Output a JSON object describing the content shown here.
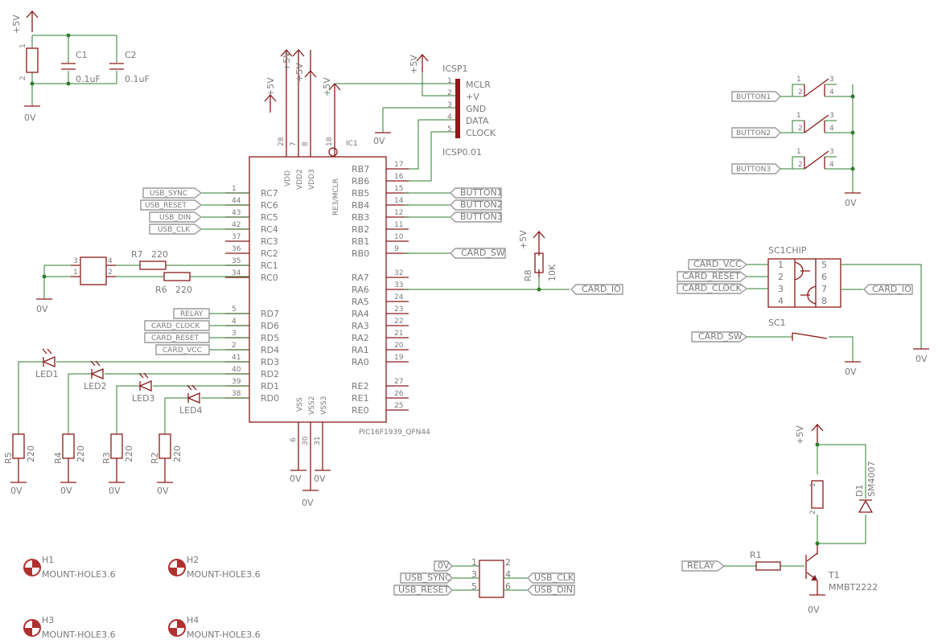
{
  "supply": {
    "vcc": "+5V",
    "gnd": "0V"
  },
  "top_left": {
    "c1": {
      "name": "C1",
      "value": "0.1uF"
    },
    "c2": {
      "name": "C2",
      "value": "0.1uF"
    },
    "pin1": "1",
    "pin2": "2"
  },
  "icsp": {
    "name": "ICSP1",
    "value": "ICSP0.01",
    "pins": [
      "1",
      "2",
      "3",
      "4",
      "5"
    ],
    "signals": [
      "MCLR",
      "+V",
      "GND",
      "DATA",
      "CLOCK"
    ]
  },
  "ic1": {
    "name": "IC1",
    "value": "PIC16F1939_QFN44",
    "top_pins": [
      {
        "n": "28",
        "s": "VDD"
      },
      {
        "n": "7",
        "s": "VDD2"
      },
      {
        "n": "8",
        "s": "VDD3"
      },
      {
        "n": "18",
        "s": "RE3/MCLR"
      }
    ],
    "bottom_pins": [
      {
        "n": "6",
        "s": "VSS"
      },
      {
        "n": "30",
        "s": "VSS2"
      },
      {
        "n": "31",
        "s": "VSS3"
      }
    ],
    "left_pins": [
      {
        "n": "1",
        "s": "RC7"
      },
      {
        "n": "44",
        "s": "RC6"
      },
      {
        "n": "43",
        "s": "RC5"
      },
      {
        "n": "42",
        "s": "RC4"
      },
      {
        "n": "37",
        "s": "RC3"
      },
      {
        "n": "36",
        "s": "RC2"
      },
      {
        "n": "35",
        "s": "RC1"
      },
      {
        "n": "34",
        "s": "RC0"
      },
      {
        "n": "5",
        "s": "RD7"
      },
      {
        "n": "4",
        "s": "RD6"
      },
      {
        "n": "3",
        "s": "RD5"
      },
      {
        "n": "2",
        "s": "RD4"
      },
      {
        "n": "41",
        "s": "RD3"
      },
      {
        "n": "40",
        "s": "RD2"
      },
      {
        "n": "39",
        "s": "RD1"
      },
      {
        "n": "38",
        "s": "RD0"
      }
    ],
    "right_pins": [
      {
        "n": "17",
        "s": "RB7"
      },
      {
        "n": "16",
        "s": "RB6"
      },
      {
        "n": "15",
        "s": "RB5"
      },
      {
        "n": "14",
        "s": "RB4"
      },
      {
        "n": "12",
        "s": "RB3"
      },
      {
        "n": "11",
        "s": "RB2"
      },
      {
        "n": "10",
        "s": "RB1"
      },
      {
        "n": "9",
        "s": "RB0"
      },
      {
        "n": "32",
        "s": "RA7"
      },
      {
        "n": "33",
        "s": "RA6"
      },
      {
        "n": "24",
        "s": "RA5"
      },
      {
        "n": "23",
        "s": "RA4"
      },
      {
        "n": "22",
        "s": "RA3"
      },
      {
        "n": "21",
        "s": "RA2"
      },
      {
        "n": "20",
        "s": "RA1"
      },
      {
        "n": "19",
        "s": "RA0"
      },
      {
        "n": "27",
        "s": "RE2"
      },
      {
        "n": "26",
        "s": "RE1"
      },
      {
        "n": "25",
        "s": "RE0"
      }
    ]
  },
  "nets": {
    "usb_sync": "USB_SYNC",
    "usb_reset": "USB_RESET",
    "usb_din": "USB_DIN",
    "usb_clk": "USB_CLK",
    "relay": "RELAY",
    "card_clock": "CARD_CLOCK",
    "card_reset": "CARD_RESET",
    "card_vcc": "CARD_VCC",
    "button1": "BUTTON1",
    "button2": "BUTTON2",
    "button3": "BUTTON3",
    "card_sw": "CARD_SW",
    "card_io": "CARD_IO",
    "gnd_label": "0V"
  },
  "osc": {
    "r7": {
      "name": "R7",
      "value": "220"
    },
    "r6": {
      "name": "R6",
      "value": "220"
    },
    "pins": [
      "3",
      "4",
      "1",
      "2"
    ]
  },
  "leds": [
    {
      "led": "LED1",
      "r": "R5",
      "rv": "220"
    },
    {
      "led": "LED2",
      "r": "R4",
      "rv": "220"
    },
    {
      "led": "LED3",
      "r": "R3",
      "rv": "220"
    },
    {
      "led": "LED4",
      "r": "R2",
      "rv": "220"
    }
  ],
  "r8": {
    "name": "R8",
    "value": "10K"
  },
  "buttons": {
    "pins": [
      "1",
      "2",
      "3",
      "4"
    ]
  },
  "sc1chip": {
    "name": "SC1CHIP",
    "pins": [
      "1",
      "2",
      "3",
      "4",
      "5",
      "6",
      "7",
      "8"
    ]
  },
  "sc1": {
    "name": "SC1"
  },
  "relay_circuit": {
    "d1": {
      "name": "D1",
      "value": "SM4007"
    },
    "r1": {
      "name": "R1"
    },
    "t1": {
      "name": "T1",
      "value": "MMBT2222"
    },
    "pin1": "1",
    "pin2": "2"
  },
  "usb_header": {
    "pins": [
      "1",
      "2",
      "3",
      "4",
      "5",
      "6"
    ]
  },
  "holes": [
    {
      "name": "H1",
      "value": "MOUNT-HOLE3.6"
    },
    {
      "name": "H2",
      "value": "MOUNT-HOLE3.6"
    },
    {
      "name": "H3",
      "value": "MOUNT-HOLE3.6"
    },
    {
      "name": "H4",
      "value": "MOUNT-HOLE3.6"
    }
  ]
}
